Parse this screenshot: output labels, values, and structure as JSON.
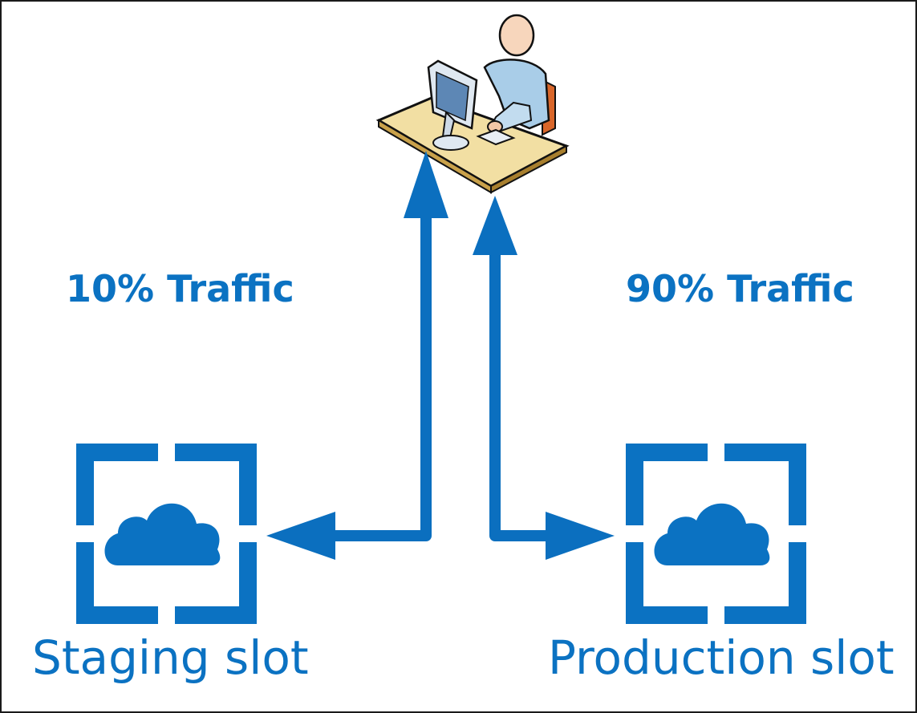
{
  "traffic": {
    "staging_label": "10% Traffic",
    "production_label": "90% Traffic"
  },
  "slots": {
    "staging": {
      "label": "Staging slot"
    },
    "production": {
      "label": "Production slot"
    }
  },
  "icons": {
    "user": "user-at-computer-icon",
    "app_service": "azure-app-service-icon"
  },
  "colors": {
    "accent": "#0b72c2",
    "arrow": "#0b6fbf",
    "border": "#1a1a1a"
  }
}
